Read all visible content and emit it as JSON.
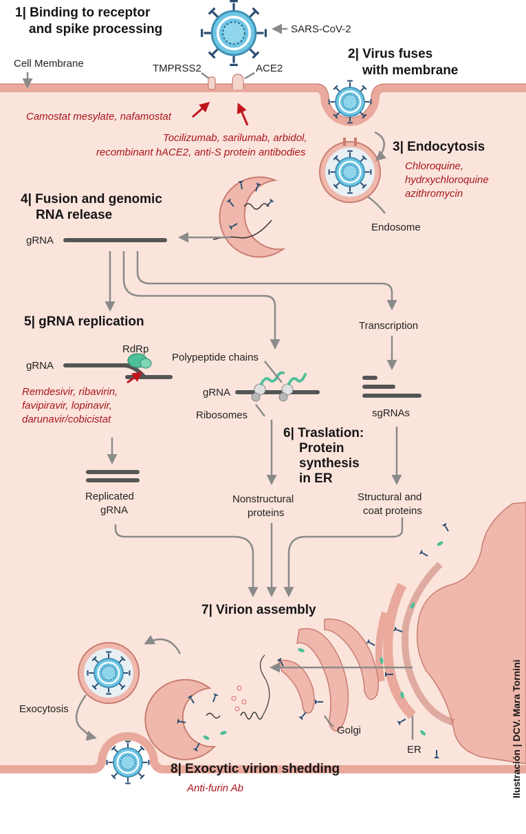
{
  "steps": {
    "s1_line1": "1| Binding to receptor",
    "s1_line2": "and spike processing",
    "s2_line1": "2| Virus fuses",
    "s2_line2": "with membrane",
    "s3": "3| Endocytosis",
    "s4_line1": "4| Fusion and genomic",
    "s4_line2": "RNA release",
    "s5": "5| gRNA replication",
    "s6_line1": "6| Traslation:",
    "s6_line2": "Protein",
    "s6_line3": "synthesis",
    "s6_line4": "in ER",
    "s7": "7| Virion assembly",
    "s8": "8| Exocytic virion shedding"
  },
  "labels": {
    "sars_cov_2": "SARS-CoV-2",
    "cell_membrane": "Cell Membrane",
    "tmprss2": "TMPRSS2",
    "ace2": "ACE2",
    "endosome": "Endosome",
    "grna_release": "gRNA",
    "grna_replication": "gRNA",
    "rdrp": "RdRp",
    "polypeptide_chains": "Polypeptide chains",
    "grna_translation": "gRNA",
    "ribosomes": "Ribosomes",
    "transcription": "Transcription",
    "sgrnas": "sgRNAs",
    "replicated_line1": "Replicated",
    "replicated_line2": "gRNA",
    "nonstructural_line1": "Nonstructural",
    "nonstructural_line2": "proteins",
    "structural_line1": "Structural and",
    "structural_line2": "coat proteins",
    "exocytosis": "Exocytosis",
    "golgi": "Golgi",
    "er": "ER"
  },
  "drugs": {
    "camostat": "Camostat mesylate, nafamostat",
    "tocilizumab_line1": "Tocilizumab, sarilumab, arbidol,",
    "tocilizumab_line2": "recombinant hACE2, anti-S protein antibodies",
    "chloroquine_line1": "Chloroquine,",
    "chloroquine_line2": "hydrxychloroquine",
    "chloroquine_line3": "azithromycin",
    "remdesivir_line1": "Remdesivir, ribavirin,",
    "remdesivir_line2": "favipiravir, lopinavir,",
    "remdesivir_line3": "darunavir/cobicistat",
    "anti_furin": "Anti-furin Ab"
  },
  "credit": "Ilustración | DCV. Mara Tornini",
  "colors": {
    "cytoplasm": "#fbe4dc",
    "membrane": "#e9a99c",
    "membrane_dark": "#c97c70",
    "virus_core": "#6fc6e4",
    "spike": "#2a4e73",
    "drug_red": "#a8151b",
    "rna_gray": "#555555",
    "protein_green": "#4fbf9a"
  }
}
